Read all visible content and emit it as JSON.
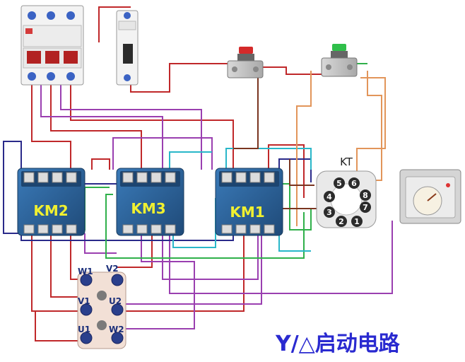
{
  "contactors": [
    {
      "id": "km2",
      "label": "KM2"
    },
    {
      "id": "km3",
      "label": "KM3"
    },
    {
      "id": "km1",
      "label": "KM1"
    }
  ],
  "timer": {
    "label": "KT",
    "pins": [
      "1",
      "2",
      "3",
      "4",
      "5",
      "6",
      "7",
      "8"
    ]
  },
  "terminals": [
    "W1",
    "V2",
    "V1",
    "U2",
    "U1",
    "W2"
  ],
  "caption": "Y/△启动电路",
  "colors": {
    "contactor_body": "#2a5f94",
    "contactor_text": "#f0f030",
    "wire_red": "#c0282a",
    "wire_purple": "#9a3fb0",
    "wire_navy": "#2a2a8a",
    "wire_green": "#2fb04a",
    "wire_cyan": "#29b7c9",
    "wire_orange": "#e2955a",
    "wire_brown": "#7a3520",
    "caption": "#2a2ad0"
  }
}
